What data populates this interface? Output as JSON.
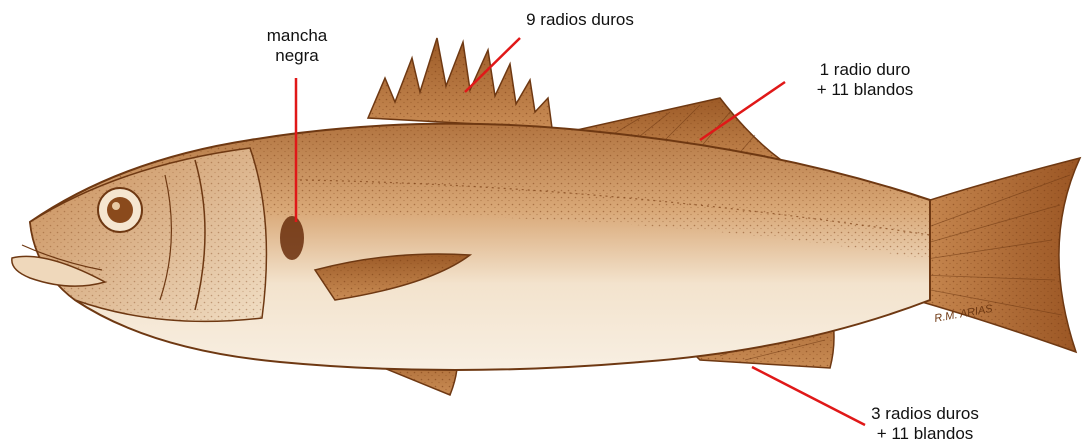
{
  "labels": {
    "spot": {
      "line1": "mancha",
      "line2": "negra"
    },
    "dorsal_first": {
      "text": "9 radios duros"
    },
    "dorsal_second": {
      "line1": "1 radio duro",
      "line2": "+ 11 blandos"
    },
    "anal": {
      "line1": "3 radios duros",
      "line2": "+ 11 blandos"
    }
  },
  "signature": "R.M. ARIAS",
  "colors": {
    "fish_body": "#f6ead7",
    "fish_dark": "#8a4a1c",
    "fish_mid": "#b9773f",
    "fin": "#b06a35",
    "pointer_line": "#e01818"
  }
}
